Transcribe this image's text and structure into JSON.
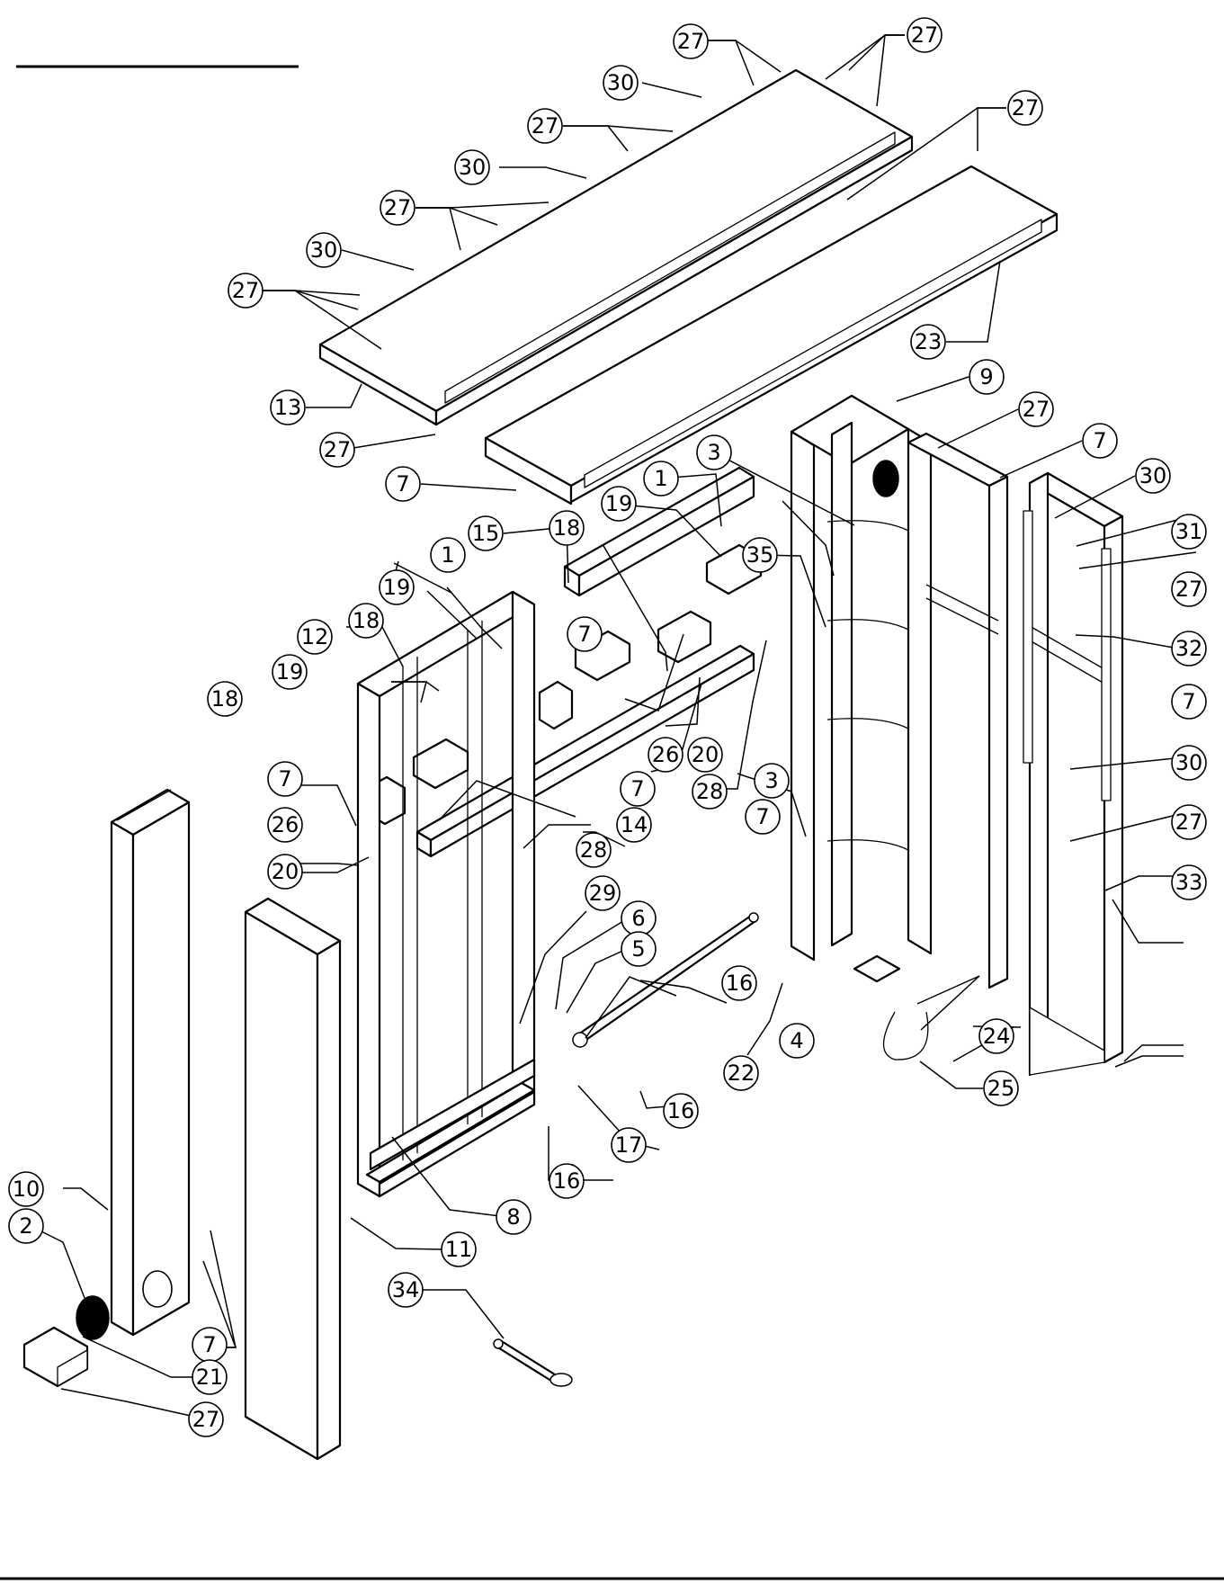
{
  "callouts": [
    {
      "label": "27"
    },
    {
      "label": "27"
    },
    {
      "label": "30"
    },
    {
      "label": "27"
    },
    {
      "label": "27"
    },
    {
      "label": "30"
    },
    {
      "label": "27"
    },
    {
      "label": "30"
    },
    {
      "label": "27"
    },
    {
      "label": "23"
    },
    {
      "label": "13"
    },
    {
      "label": "27"
    },
    {
      "label": "7"
    },
    {
      "label": "9"
    },
    {
      "label": "27"
    },
    {
      "label": "7"
    },
    {
      "label": "3"
    },
    {
      "label": "1"
    },
    {
      "label": "19"
    },
    {
      "label": "30"
    },
    {
      "label": "31"
    },
    {
      "label": "15"
    },
    {
      "label": "18"
    },
    {
      "label": "1"
    },
    {
      "label": "35"
    },
    {
      "label": "19"
    },
    {
      "label": "18"
    },
    {
      "label": "7"
    },
    {
      "label": "27"
    },
    {
      "label": "12"
    },
    {
      "label": "32"
    },
    {
      "label": "18"
    },
    {
      "label": "19"
    },
    {
      "label": "7"
    },
    {
      "label": "20"
    },
    {
      "label": "26"
    },
    {
      "label": "30"
    },
    {
      "label": "7"
    },
    {
      "label": "28"
    },
    {
      "label": "3"
    },
    {
      "label": "26"
    },
    {
      "label": "14"
    },
    {
      "label": "27"
    },
    {
      "label": "7"
    },
    {
      "label": "28"
    },
    {
      "label": "20"
    },
    {
      "label": "33"
    },
    {
      "label": "29"
    },
    {
      "label": "6"
    },
    {
      "label": "5"
    },
    {
      "label": "16"
    },
    {
      "label": "22"
    },
    {
      "label": "4"
    },
    {
      "label": "24"
    },
    {
      "label": "25"
    },
    {
      "label": "16"
    },
    {
      "label": "17"
    },
    {
      "label": "16"
    },
    {
      "label": "8"
    },
    {
      "label": "10"
    },
    {
      "label": "11"
    },
    {
      "label": "2"
    },
    {
      "label": "34"
    },
    {
      "label": "7"
    },
    {
      "label": "21"
    },
    {
      "label": "27"
    }
  ]
}
